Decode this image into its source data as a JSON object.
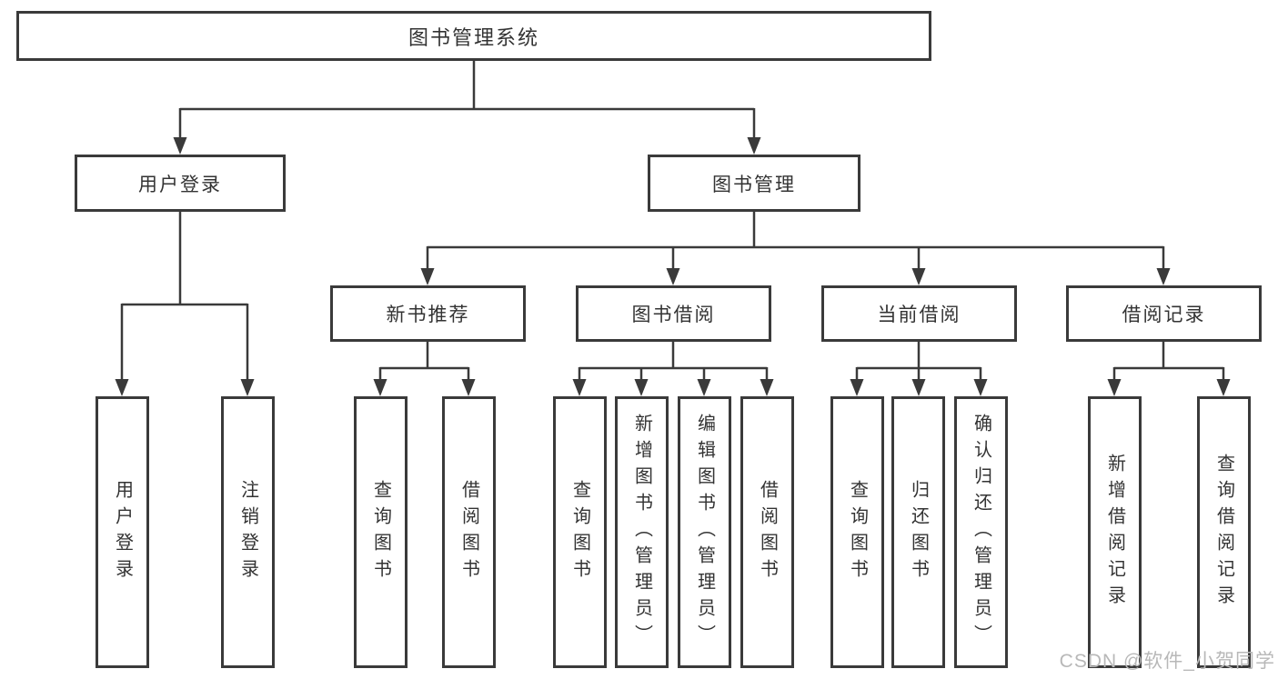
{
  "diagram": {
    "root": {
      "label": "图书管理系统"
    },
    "level2": [
      {
        "label": "用户登录"
      },
      {
        "label": "图书管理"
      }
    ],
    "level3": [
      {
        "label": "新书推荐"
      },
      {
        "label": "图书借阅"
      },
      {
        "label": "当前借阅"
      },
      {
        "label": "借阅记录"
      }
    ],
    "leaves": [
      {
        "label": "用户登录"
      },
      {
        "label": "注销登录"
      },
      {
        "label": "查询图书"
      },
      {
        "label": "借阅图书"
      },
      {
        "label": "查询图书"
      },
      {
        "label": "新增图书（管理员）"
      },
      {
        "label": "编辑图书（管理员）"
      },
      {
        "label": "借阅图书"
      },
      {
        "label": "查询图书"
      },
      {
        "label": "归还图书"
      },
      {
        "label": "确认归还（管理员）"
      },
      {
        "label": "新增借阅记录"
      },
      {
        "label": "查询借阅记录"
      }
    ],
    "watermark": "CSDN @软件_小贺同学",
    "colors": {
      "line": "#3a3a3a",
      "text": "#333333",
      "watermark": "#b8b8b8",
      "background": "#ffffff"
    }
  }
}
